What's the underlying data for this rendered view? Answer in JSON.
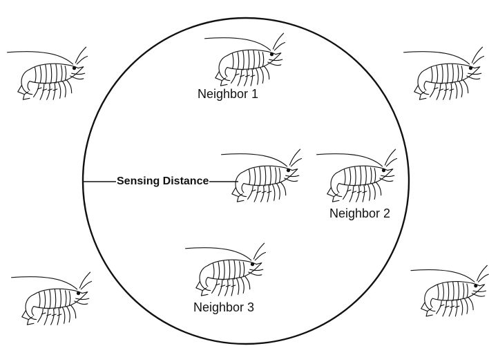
{
  "labels": {
    "neighbor_1": "Neighbor 1",
    "neighbor_2": "Neighbor 2",
    "neighbor_3": "Neighbor 3",
    "sensing_distance": "Sensing Distance"
  },
  "icons": {
    "agent": "shrimp-icon"
  },
  "colors": {
    "line": "#111111",
    "background": "#ffffff"
  }
}
